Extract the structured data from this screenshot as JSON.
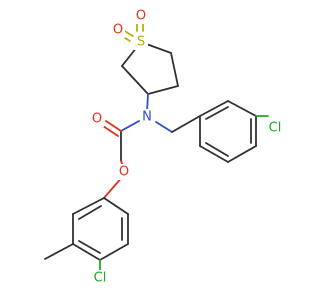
{
  "molecule": {
    "atoms": {
      "sulfur": "S",
      "sulfone_oxygen_1": "O",
      "sulfone_oxygen_2": "O",
      "nitrogen": "N",
      "carbonyl_oxygen": "O",
      "ether_oxygen": "O",
      "benzyl_chlorine": "Cl",
      "aryl_chlorine": "Cl"
    },
    "colors": {
      "carbon": "#303030",
      "oxygen": "#e0301e",
      "nitrogen": "#2f4bd8",
      "sulfur": "#b8b000",
      "chlorine": "#21a821"
    }
  }
}
